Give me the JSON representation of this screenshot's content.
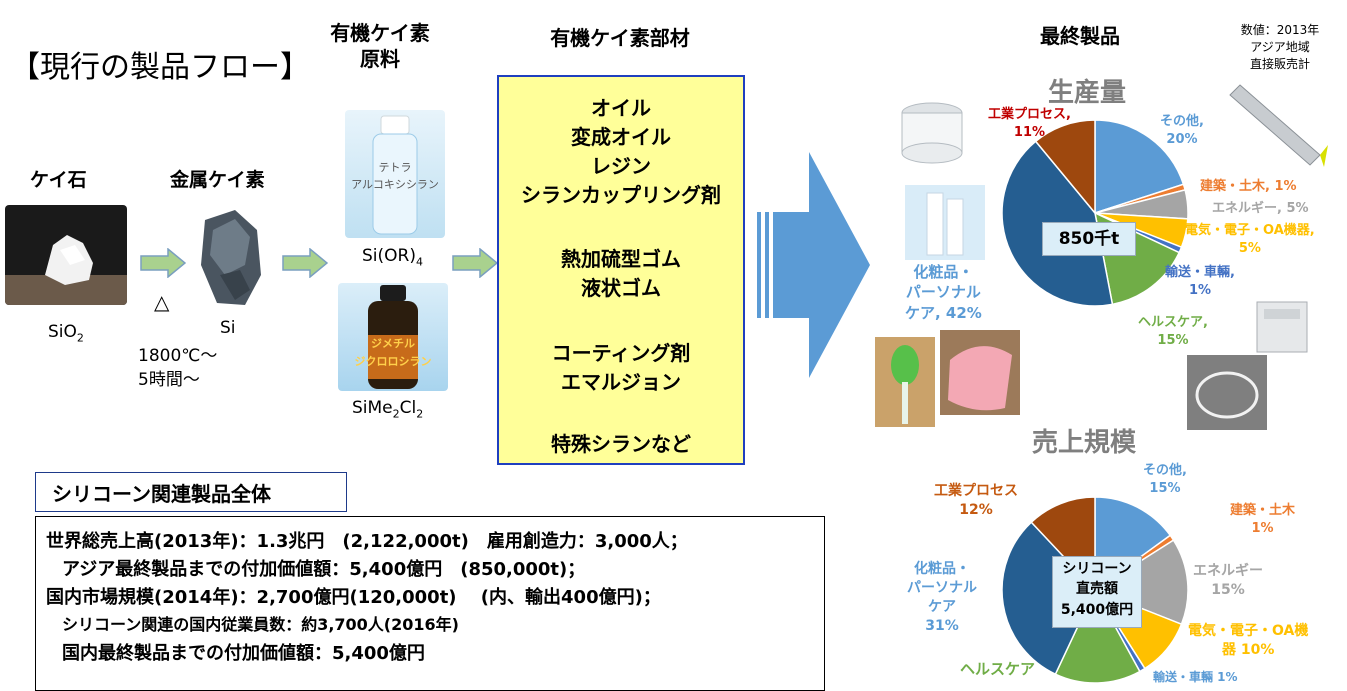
{
  "title": "【現行の製品フロー】",
  "headers": {
    "organic_raw": [
      "有機ケイ素",
      "原料"
    ],
    "organic_parts": "有機ケイ素部材",
    "final_products": "最終製品"
  },
  "note": [
    "数値：2013年",
    "アジア地域",
    "直接販売計"
  ],
  "stages": {
    "silica": {
      "label": "ケイ石",
      "formula_base": "SiO",
      "formula_sub": "2"
    },
    "silicon": {
      "label": "金属ケイ素",
      "formula": "Si"
    },
    "triangle": "△",
    "conditions": [
      "1800℃～",
      "5時間～"
    ],
    "bottle1": {
      "image_text": [
        "テトラ",
        "アルコキシシラン"
      ],
      "formula_base": "Si(OR)",
      "formula_sub": "4"
    },
    "bottle2": {
      "image_text": [
        "ジメチル",
        "ジクロロシラン"
      ],
      "f1": "SiMe",
      "s1": "2",
      "f2": "Cl",
      "s2": "2"
    }
  },
  "materials": [
    "オイル",
    "変成オイル",
    "レジン",
    "シランカップリング剤",
    "熱加硫型ゴム",
    "液状ゴム",
    "コーティング剤",
    "エマルジョン",
    "特殊シランなど"
  ],
  "summary": {
    "header": "シリコーン関連製品全体",
    "lines": [
      "世界総売上高(2013年)：1.3兆円　(2,122,000t)　雇用創造力：3,000人；",
      "アジア最終製品までの付加価値額：5,400億円　(850,000t)；",
      "国内市場規模(2014年)：2,700億円(120,000t)　 (内、輸出400億円)；",
      "シリコーン関連の国内従業員数：約3,700人(2016年)",
      "国内最終製品までの付加価値額：5,400億円"
    ]
  },
  "production_chart": {
    "title": "生産量",
    "center_label": "850千t",
    "slices": [
      {
        "name": "その他",
        "value": 20,
        "color": "#5b9bd5"
      },
      {
        "name": "建築・土木",
        "value": 1,
        "color": "#ed7d31"
      },
      {
        "name": "エネルギー",
        "value": 5,
        "color": "#a5a5a5"
      },
      {
        "name": "電気・電子・OA機器",
        "value": 5,
        "color": "#ffc000"
      },
      {
        "name": "輸送・車輛",
        "value": 1,
        "color": "#4472c4"
      },
      {
        "name": "ヘルスケア",
        "value": 15,
        "color": "#70ad47"
      },
      {
        "name": "化粧品・パーソナルケア",
        "value": 42,
        "color": "#255e91"
      },
      {
        "name": "工業プロセス",
        "value": 11,
        "color": "#9e480e"
      }
    ],
    "labels": {
      "other": [
        "その他,",
        "20%"
      ],
      "construction": [
        "建築・土木, ",
        "1%"
      ],
      "energy": [
        "エネルギー, ",
        "5%"
      ],
      "electric": [
        "電気・電子・OA機器,",
        "5%"
      ],
      "transport": [
        "輸送・車輛,",
        "1%"
      ],
      "healthcare": [
        "ヘルスケア,",
        "15%"
      ],
      "cosmetics": [
        "化粧品・",
        "パーソナル",
        "ケア, 42%"
      ],
      "industrial": [
        "工業プロセス,",
        "11%"
      ]
    }
  },
  "sales_chart": {
    "title": "売上規模",
    "center_label": [
      "シリコーン",
      "直売額",
      "5,400億円"
    ],
    "slices": [
      {
        "name": "その他",
        "value": 15,
        "color": "#5b9bd5"
      },
      {
        "name": "建築・土木",
        "value": 1,
        "color": "#ed7d31"
      },
      {
        "name": "エネルギー",
        "value": 15,
        "color": "#a5a5a5"
      },
      {
        "name": "電気・電子・OA機器",
        "value": 10,
        "color": "#ffc000"
      },
      {
        "name": "輸送・車輛",
        "value": 1,
        "color": "#4472c4"
      },
      {
        "name": "ヘルスケア",
        "value": 15,
        "color": "#70ad47"
      },
      {
        "name": "化粧品・パーソナルケア",
        "value": 31,
        "color": "#255e91"
      },
      {
        "name": "工業プロセス",
        "value": 12,
        "color": "#9e480e"
      }
    ],
    "labels": {
      "other": [
        "その他,",
        "15%"
      ],
      "construction": [
        "建築・土木",
        "1%"
      ],
      "energy": [
        "エネルギー",
        "15%"
      ],
      "electric": [
        "電気・電子・OA機",
        "器 10%"
      ],
      "transport": "輸送・車輛 1%",
      "healthcare": "ヘルスケア",
      "cosmetics": [
        "化粧品・",
        "パーソナル",
        "ケア",
        "31%"
      ],
      "industrial": [
        "工業プロセス",
        "12%"
      ]
    }
  },
  "colors": {
    "accent_blue": "#5b9bd5",
    "box_yellow": "#ffff99",
    "box_border": "#1f3fbf",
    "arrow_green": "#a9d18e",
    "label_red": "#c00000",
    "label_orange": "#ed7d31",
    "label_gray": "#a5a5a5",
    "label_gold": "#ffc000",
    "label_green": "#70ad47",
    "label_blue": "#5b9bd5",
    "label_brown": "#c55a11"
  }
}
